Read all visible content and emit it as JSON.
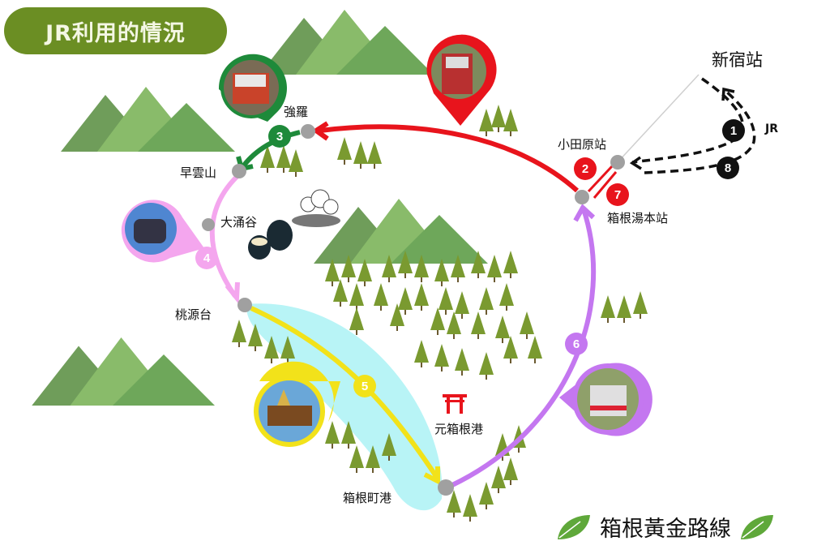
{
  "title": "JR利用的情況",
  "legend": {
    "label": "箱根黃金路線",
    "leaf_color": "#5fa83a"
  },
  "stations": {
    "shinjuku": "新宿站",
    "odawara": "小田原站",
    "hakone_yumoto": "箱根湯本站",
    "gora": "強羅",
    "sounzan": "早雲山",
    "owakudani": "大涌谷",
    "togendai": "桃源台",
    "hakonemachi": "箱根町港",
    "motohakone": "元箱根港"
  },
  "jr_label": "JR",
  "steps": [
    "1",
    "2",
    "3",
    "4",
    "5",
    "6",
    "7",
    "8"
  ],
  "colors": {
    "title_bg": "#6b8e23",
    "red": "#e8141c",
    "green": "#1e8a3a",
    "pink": "#f4a6ee",
    "yellow": "#f2e21a",
    "purple": "#c477f0",
    "lake": "#b8f4f6",
    "station": "#a0a0a0",
    "black": "#111111"
  }
}
